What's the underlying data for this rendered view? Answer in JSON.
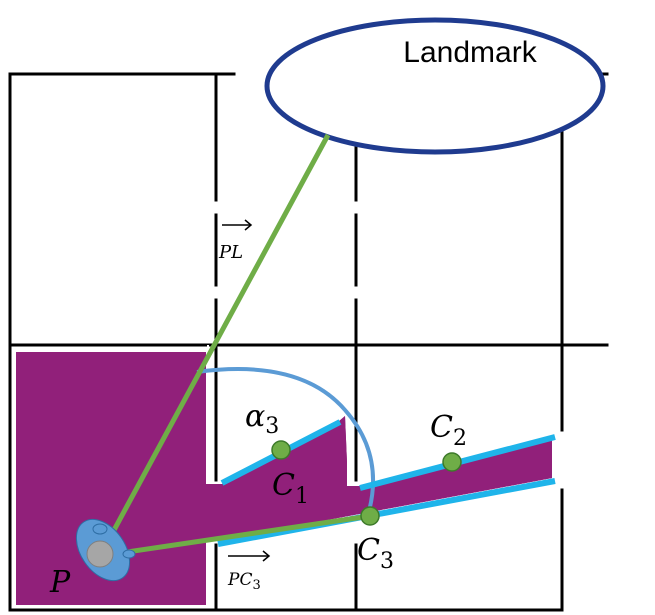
{
  "landmark": {
    "label": "Landmark"
  },
  "point_P": {
    "label": "P"
  },
  "vectors": {
    "PL": {
      "text": "PL"
    },
    "PC3": {
      "base": "PC",
      "sub": "3"
    }
  },
  "angle": {
    "base": "α",
    "sub": "3"
  },
  "points": [
    {
      "base": "C",
      "sub": "1"
    },
    {
      "base": "C",
      "sub": "2"
    },
    {
      "base": "C",
      "sub": "3"
    }
  ],
  "colors": {
    "region": "#91207a",
    "walls": "#000000",
    "lines_green": "#6fad47",
    "segments_blue": "#1fb4ea",
    "arc": "#5b9bd5",
    "landmark_ellipse": "#1f3b8f",
    "point_fill": "#6fad47",
    "robot_body": "#5b9bd5",
    "robot_center": "#a6a6a6"
  },
  "icons": {
    "robot": "robot-icon"
  }
}
